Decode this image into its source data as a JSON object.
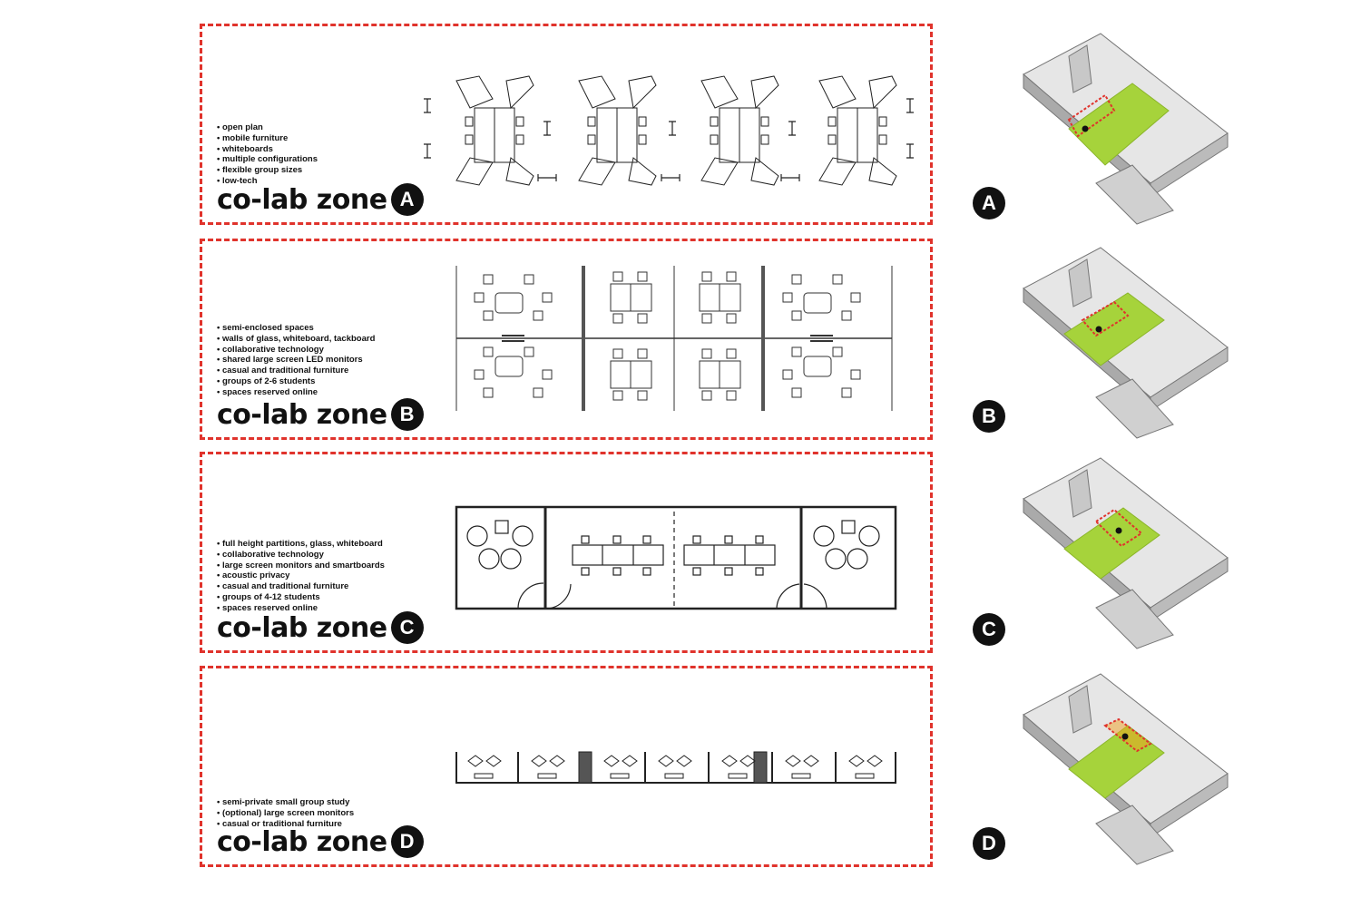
{
  "zones": [
    {
      "letter": "A",
      "title": "co-lab zone",
      "bullets": [
        "open plan",
        "mobile furniture",
        "whiteboards",
        "multiple configurations",
        "flexible group sizes",
        "low-tech"
      ]
    },
    {
      "letter": "B",
      "title": "co-lab zone",
      "bullets": [
        "semi-enclosed spaces",
        "walls of glass, whiteboard, tackboard",
        "collaborative technology",
        "shared large screen LED monitors",
        "casual and traditional furniture",
        "groups of 2-6 students",
        "spaces reserved online"
      ]
    },
    {
      "letter": "C",
      "title": "co-lab zone",
      "bullets": [
        "full height partitions, glass, whiteboard",
        "collaborative technology",
        "large screen monitors and smartboards",
        "acoustic privacy",
        "casual and traditional furniture",
        "groups of 4-12 students",
        "spaces reserved online"
      ]
    },
    {
      "letter": "D",
      "title": "co-lab zone",
      "bullets": [
        "semi-private small group study",
        "(optional) large screen monitors",
        "casual or traditional furniture"
      ]
    }
  ],
  "colors": {
    "dash": "#e0332c",
    "highlight": "#a6d33b",
    "ink": "#111111",
    "building": "#c8c8c8"
  },
  "icons": {
    "zone_badge": "black-circle-letter",
    "location_marker": "black-dot"
  }
}
